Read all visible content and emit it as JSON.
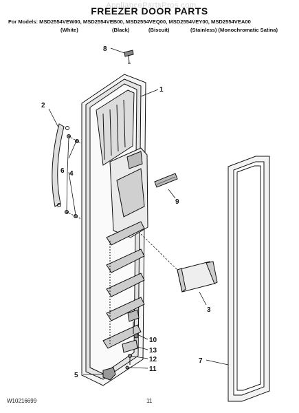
{
  "watermark": "AppliancePartsPros.com",
  "title": "FREEZER DOOR PARTS",
  "models_line": "For Models: MSD2554VEW00, MSD2554VEB00, MSD2554VEQ00, MSD2554VEY00, MSD2554VEA00",
  "colors": [
    "(White)",
    "(Black)",
    "(Biscuit)",
    "(Stainless) (Monochromatic Satina)"
  ],
  "callouts": [
    "1",
    "2",
    "3",
    "4",
    "5",
    "6",
    "7",
    "8",
    "9",
    "10",
    "11",
    "12",
    "13"
  ],
  "footer": {
    "doc_number": "W10216699",
    "page": "11"
  }
}
